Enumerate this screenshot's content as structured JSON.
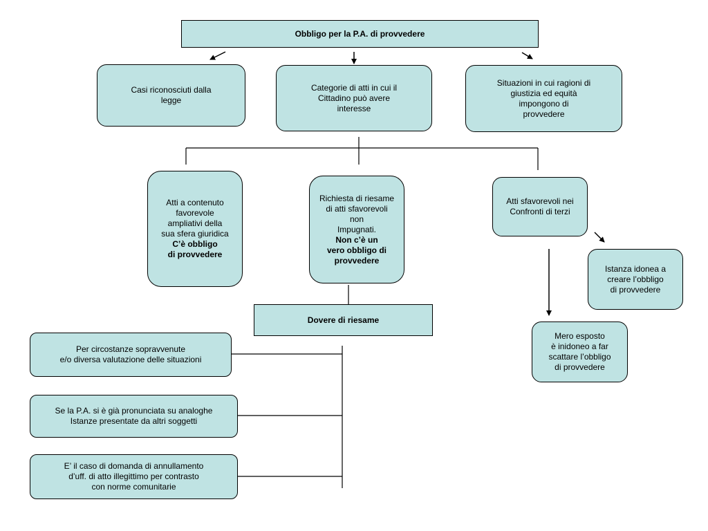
{
  "title": "Obbligo per la P.A. di provvedere",
  "branches": {
    "left": [
      "Casi riconosciuti dalla",
      "legge"
    ],
    "center": [
      "Categorie di atti in cui il",
      "Cittadino può avere",
      "interesse"
    ],
    "right": [
      "Situazioni in cui ragioni di",
      "giustizia ed equità",
      "impongono di",
      "provvedere"
    ]
  },
  "categories": {
    "favorable": {
      "lines": [
        "Atti a contenuto",
        "favorevole",
        "ampliativi della",
        "sua sfera giuridica"
      ],
      "bold_lines": [
        "C’è obbligo",
        "di provvedere"
      ]
    },
    "review": {
      "lines": [
        "Richiesta di riesame",
        "di atti sfavorevoli",
        "non",
        "Impugnati."
      ],
      "bold_lines": [
        "Non c’è un",
        "vero obbligo di",
        "provvedere"
      ]
    },
    "unfavorable": {
      "lines": [
        "Atti sfavorevoli nei",
        "Confronti di terzi"
      ]
    }
  },
  "third_party": {
    "istanza": [
      "Istanza idonea a",
      "creare l’obbligo",
      "di provvedere"
    ],
    "esposto": [
      "Mero esposto",
      "è inidoneo a far",
      "scattare l’obbligo",
      "di provvedere"
    ]
  },
  "duty": {
    "title": "Dovere di riesame",
    "items": [
      [
        "Per circostanze sopravvenute",
        "e/o diversa valutazione delle situazioni"
      ],
      [
        "Se la P.A. si è già pronunciata su analoghe",
        "Istanze presentate da altri soggetti"
      ],
      [
        "E’ il caso di domanda di annullamento",
        "d’uff. di atto illegittimo per contrasto",
        "con norme comunitarie"
      ]
    ]
  },
  "colors": {
    "box_fill": "#bfe3e3",
    "stroke": "#000000"
  }
}
